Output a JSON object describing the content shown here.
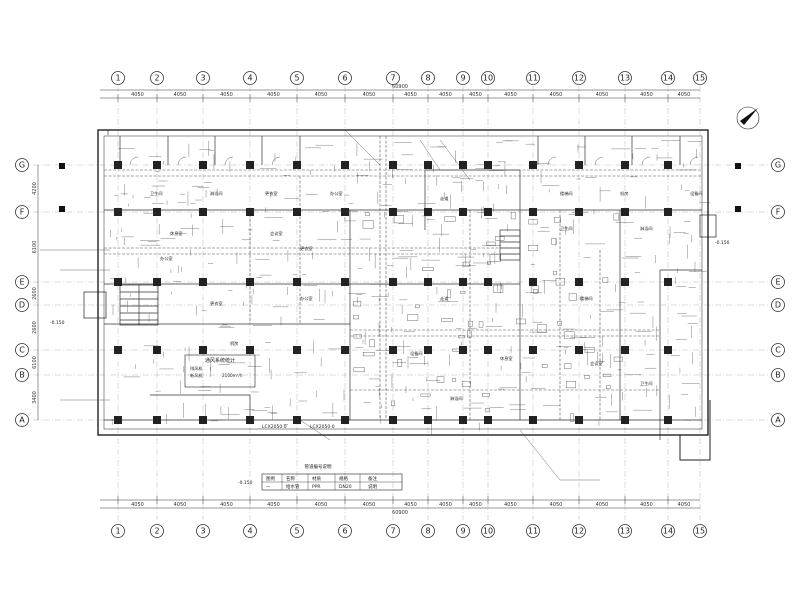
{
  "drawing": {
    "grid_columns": [
      "1",
      "2",
      "3",
      "4",
      "5",
      "6",
      "7",
      "8",
      "9",
      "10",
      "11",
      "12",
      "13",
      "14",
      "15"
    ],
    "grid_rows": [
      "G",
      "F",
      "E",
      "D",
      "C",
      "B",
      "A"
    ],
    "top_dims": [
      "4050",
      "4050",
      "4050",
      "4050",
      "4050",
      "4050",
      "4050",
      "4050",
      "4050",
      "4050",
      "4050",
      "4050",
      "4050",
      "4050"
    ],
    "total_dim": "60900",
    "bottom_dims": [
      "4050",
      "4050",
      "4050",
      "4050",
      "4050",
      "4050",
      "4050",
      "4050",
      "4050",
      "4050",
      "4050",
      "4050",
      "4050",
      "4050"
    ],
    "left_dims": [
      "4200",
      "6100",
      "2600",
      "2600",
      "6100",
      "3400"
    ],
    "level_marks": [
      "-0.150",
      "-0.150",
      "-0.150"
    ],
    "legend_title": "管道编号说明",
    "legend_table": {
      "headers": [
        "图例",
        "名称",
        "材质",
        "规格",
        "备注"
      ],
      "rows": [
        [
          "—",
          "给水管",
          "PPR",
          "DN20",
          "说明"
        ]
      ]
    },
    "stats_title": "通风系统统计",
    "stats_lines": [
      "排风机",
      "新风机",
      "2100m³/h"
    ],
    "room_labels": [
      "卫生间",
      "淋浴间",
      "更衣室",
      "办公室",
      "走道",
      "楼梯间",
      "机房",
      "设备间",
      "休息室",
      "会议室"
    ],
    "equipment_labels": [
      "LCX2050-0",
      "LCX2050-0"
    ]
  }
}
